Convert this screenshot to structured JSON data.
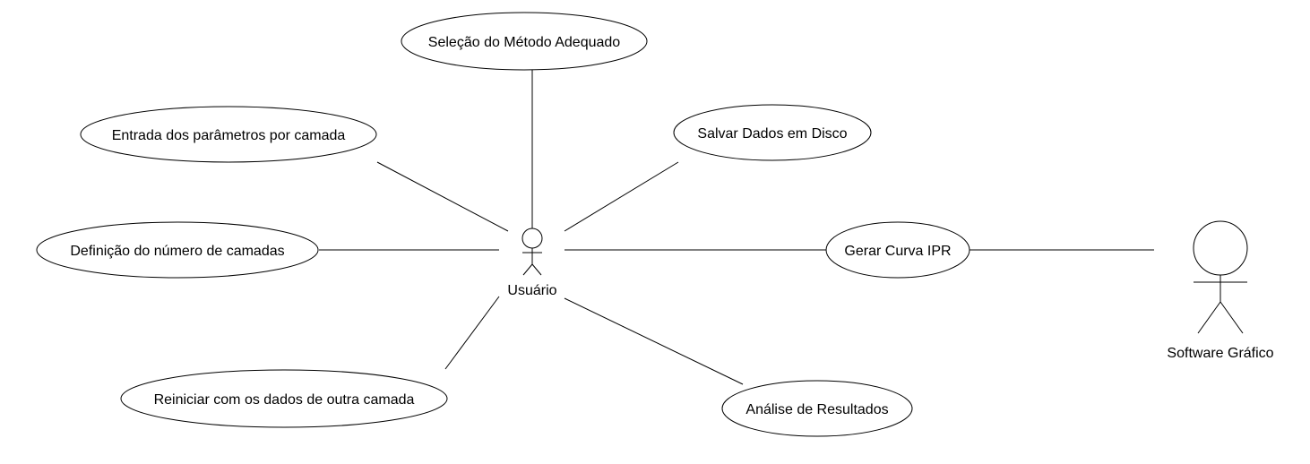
{
  "actors": {
    "user": "Usuário",
    "software": "Software Gráfico"
  },
  "use_cases": {
    "metodo": "Seleção do Método Adequado",
    "entrada": "Entrada dos parâmetros por camada",
    "salvar": "Salvar Dados em Disco",
    "definicao": "Definição do número de camadas",
    "gerar": "Gerar Curva IPR",
    "reiniciar": "Reiniciar com os dados de outra camada",
    "analise": "Análise de Resultados"
  }
}
